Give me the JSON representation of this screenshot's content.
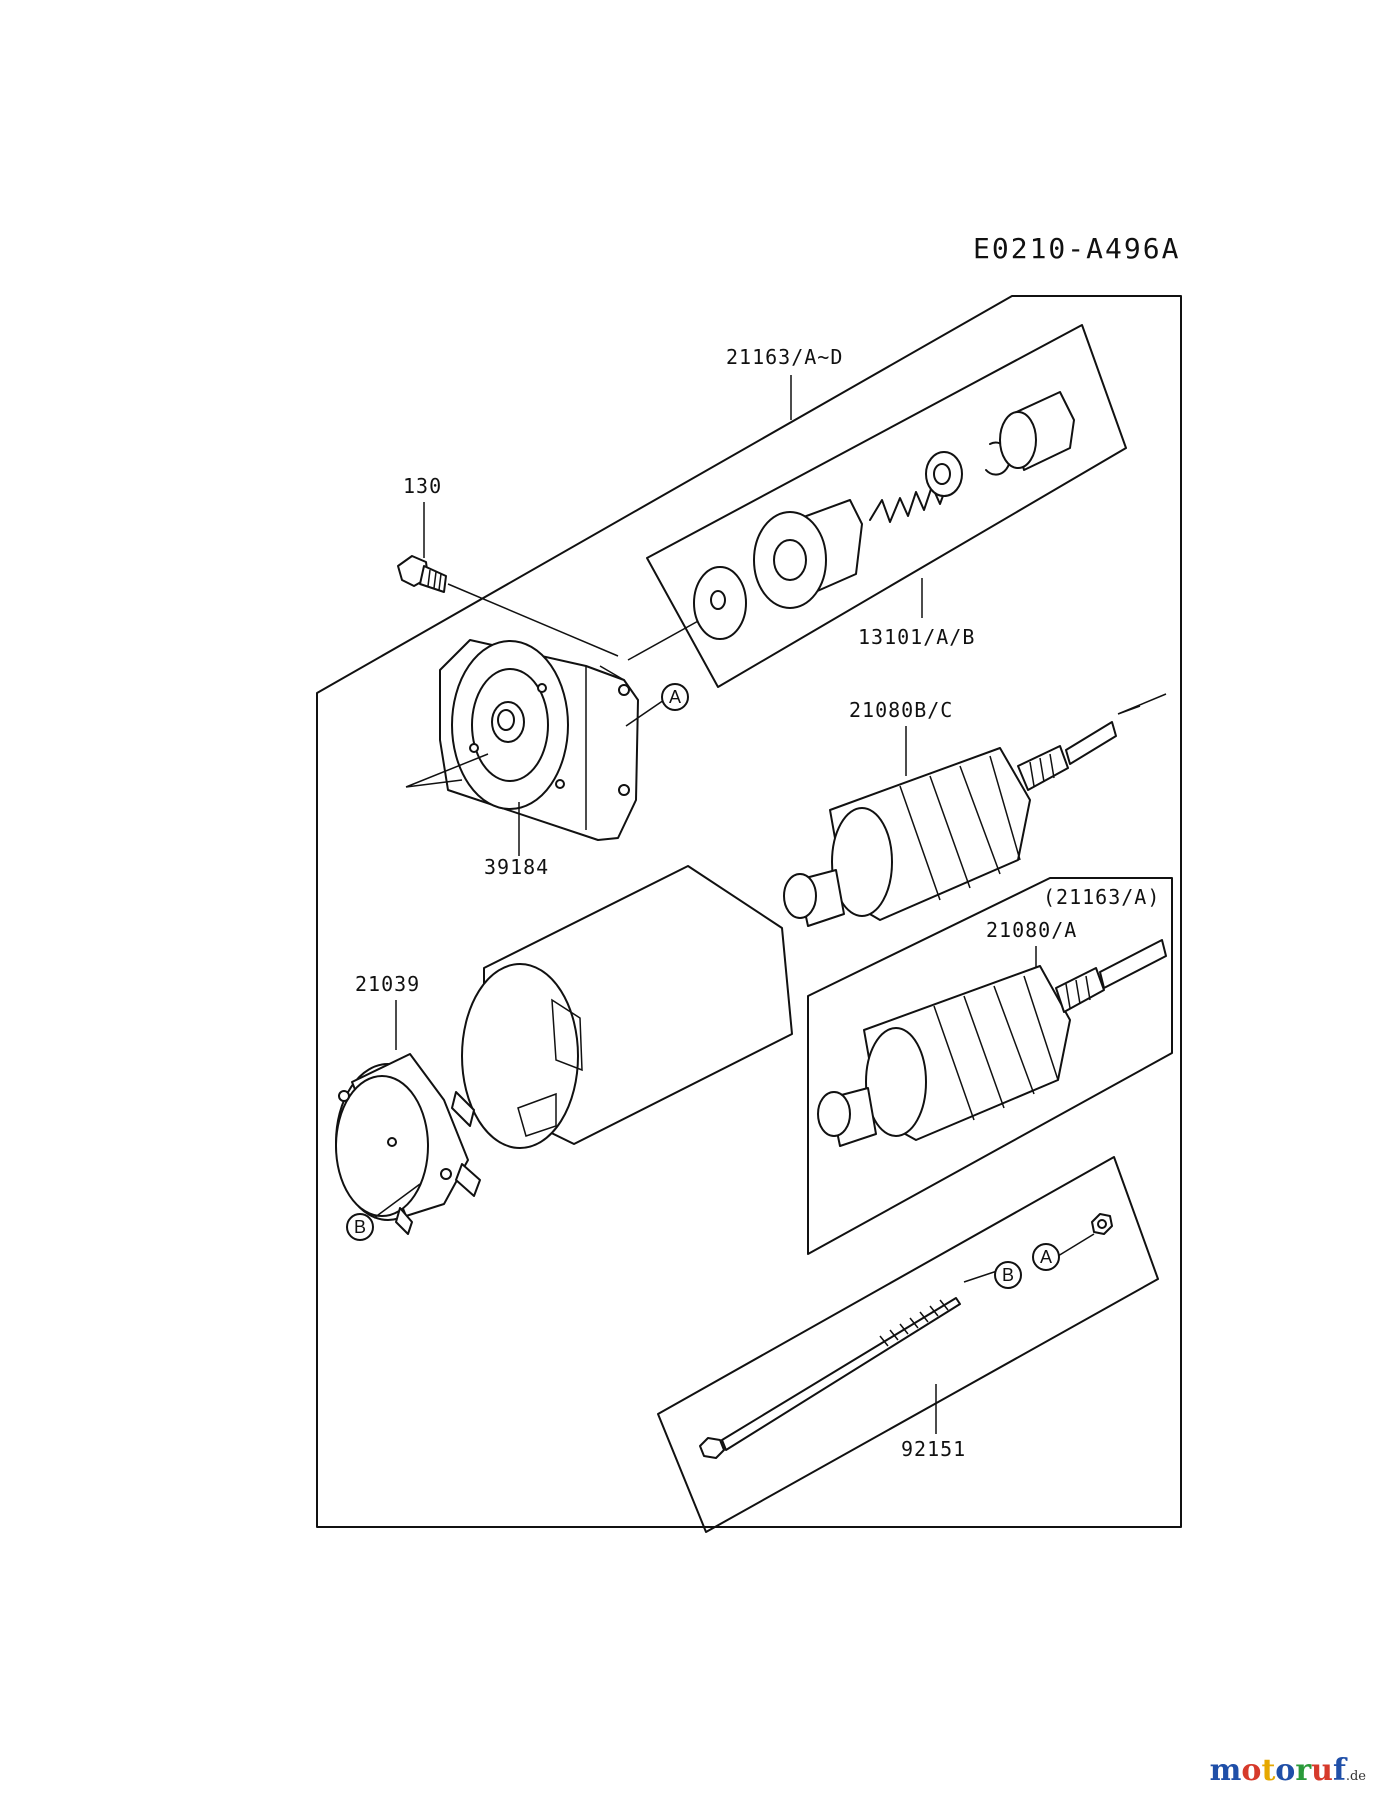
{
  "diagram": {
    "code": "E0210-A496A",
    "labels": {
      "p21163": "21163/A~D",
      "p130": "130",
      "p13101": "13101/A/B",
      "p21080bc": "21080B/C",
      "p39184": "39184",
      "p21163a": "(21163/A)",
      "p21080a": "21080/A",
      "p21039": "21039",
      "p92151": "92151"
    },
    "refs": {
      "a1": "A",
      "b1": "B",
      "a2": "A",
      "b2": "B"
    }
  },
  "watermark": {
    "text": "motoruf",
    "domain": ".de",
    "colors": [
      "#1f4fa8",
      "#d63a2b",
      "#e6a800",
      "#1f4fa8",
      "#2a9a3a",
      "#d63a2b",
      "#1f4fa8"
    ]
  }
}
